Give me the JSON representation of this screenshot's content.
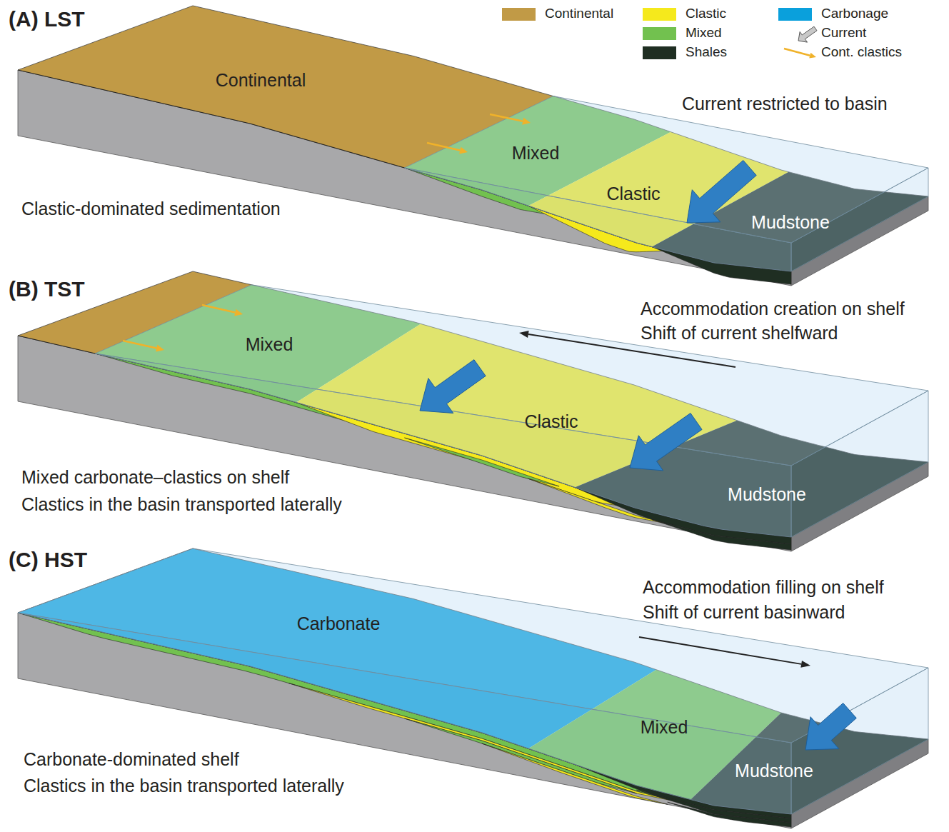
{
  "diagram": {
    "nodes": [
      {
        "text": [
          "Continental"
        ]
      },
      {
        "text": [
          "Mixed"
        ]
      },
      {
        "text": [
          "Clastic"
        ]
      },
      {
        "text": [
          "Mudstone"
        ]
      },
      {
        "text": [
          "Mixed"
        ]
      },
      {
        "text": [
          "Clastic"
        ]
      },
      {
        "text": [
          "Mudstone"
        ]
      },
      {
        "text": [
          "Carbonate"
        ]
      },
      {
        "text": [
          "Mixed"
        ]
      },
      {
        "text": [
          "Mudstone"
        ]
      }
    ],
    "labels": [
      "(A) LST",
      "Current restricted to basin",
      "Clastic-dominated sedimentation",
      "(B) TST",
      "Accommodation creation on shelf",
      "Shift of current shelfward",
      "Mixed carbonate–clastics on shelf",
      "Clastics in the basin transported laterally",
      "(C) HST",
      "Accommodation filling on shelf",
      "Shift of current basinward",
      "Carbonate-dominated shelf",
      "Clastics in the basin transported laterally"
    ],
    "legend": [
      {
        "text": "Continental",
        "color": "#c19a46"
      },
      {
        "text": "Clastic",
        "color": "#f5e91c"
      },
      {
        "text": "Mixed",
        "color": "#72c14f"
      },
      {
        "text": "Shales",
        "color": "#1f2e22"
      },
      {
        "text": "Carbonage",
        "color": "#0aa0dc"
      },
      {
        "text": "Current"
      },
      {
        "text": "Cont. clastics"
      }
    ]
  }
}
